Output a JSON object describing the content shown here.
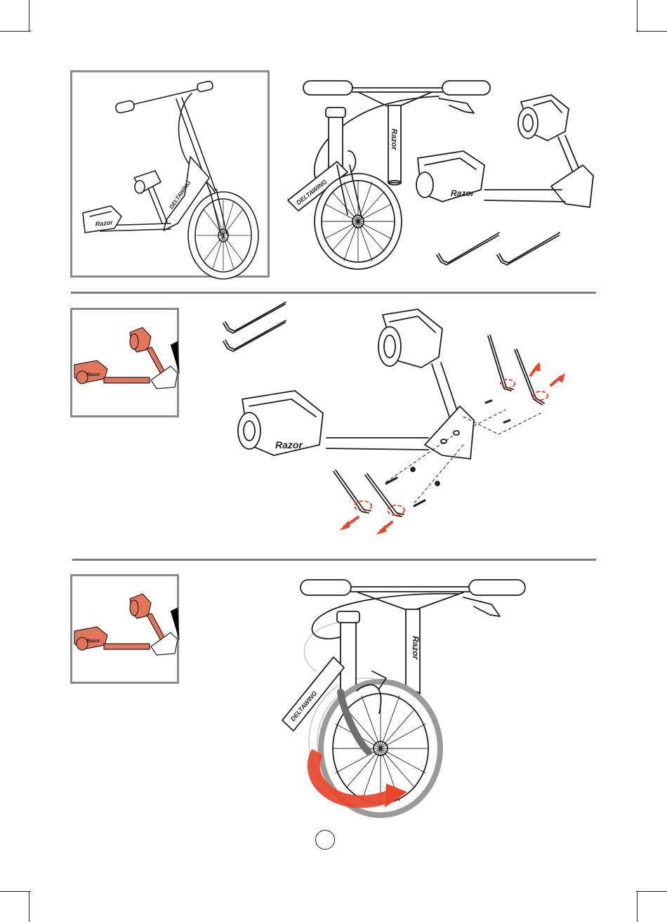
{
  "brand": {
    "razor": "Razor",
    "model": "DELTAWING"
  },
  "colors": {
    "line": "#231f20",
    "inset_border": "#8a8a8a",
    "divider": "#7d7d7d",
    "highlight": "#e2755a",
    "arrow": "#e8452b"
  },
  "steps": [
    {
      "id": "step-1",
      "inset_content": "assembled-scooter",
      "main_content": [
        "front-assembly",
        "rear-deck-assembly",
        "hex-key",
        "hex-key"
      ]
    },
    {
      "id": "step-2",
      "inset_content": "rear-deck-highlight",
      "main_content": [
        "hex-key",
        "hex-key",
        "rear-deck-assembly",
        "bolts",
        "washers",
        "loosen-arrows"
      ]
    },
    {
      "id": "step-3",
      "inset_content": "rear-deck-highlight",
      "main_content": [
        "front-assembly",
        "rotate-fork-arrow"
      ]
    }
  ]
}
